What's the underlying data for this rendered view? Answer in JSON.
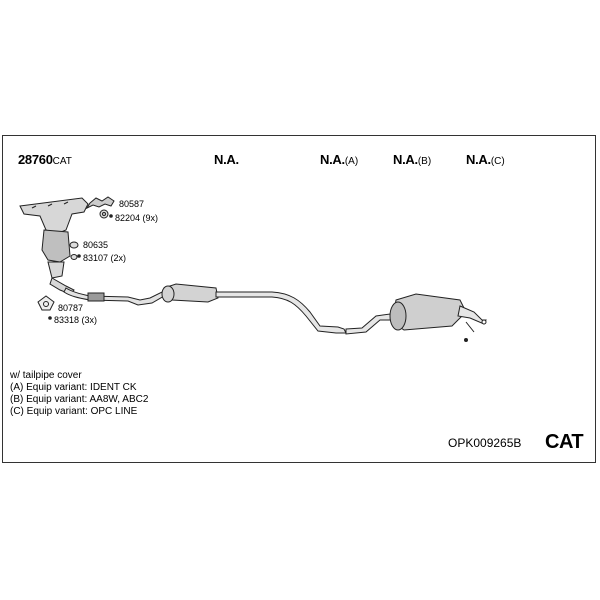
{
  "header": {
    "main_number": "28760",
    "main_suffix": "CAT",
    "col1": {
      "label": "N.A.",
      "variant": ""
    },
    "col2": {
      "label": "N.A.",
      "variant": "(A)"
    },
    "col3": {
      "label": "N.A.",
      "variant": "(B)"
    },
    "col4": {
      "label": "N.A.",
      "variant": "(C)"
    }
  },
  "parts": [
    {
      "number": "80587",
      "qty": ""
    },
    {
      "number": "82204",
      "qty": "(9x)"
    },
    {
      "number": "80635",
      "qty": ""
    },
    {
      "number": "83107",
      "qty": "(2x)"
    },
    {
      "number": "80787",
      "qty": ""
    },
    {
      "number": "83318",
      "qty": "(3x)"
    }
  ],
  "notes": [
    "w/ tailpipe cover",
    "(A) Equip variant: IDENT CK",
    "(B) Equip variant: AA8W, ABC2",
    "(C) Equip variant: OPC LINE"
  ],
  "footer": {
    "set_code": "OPK009265B",
    "badge": "CAT"
  }
}
